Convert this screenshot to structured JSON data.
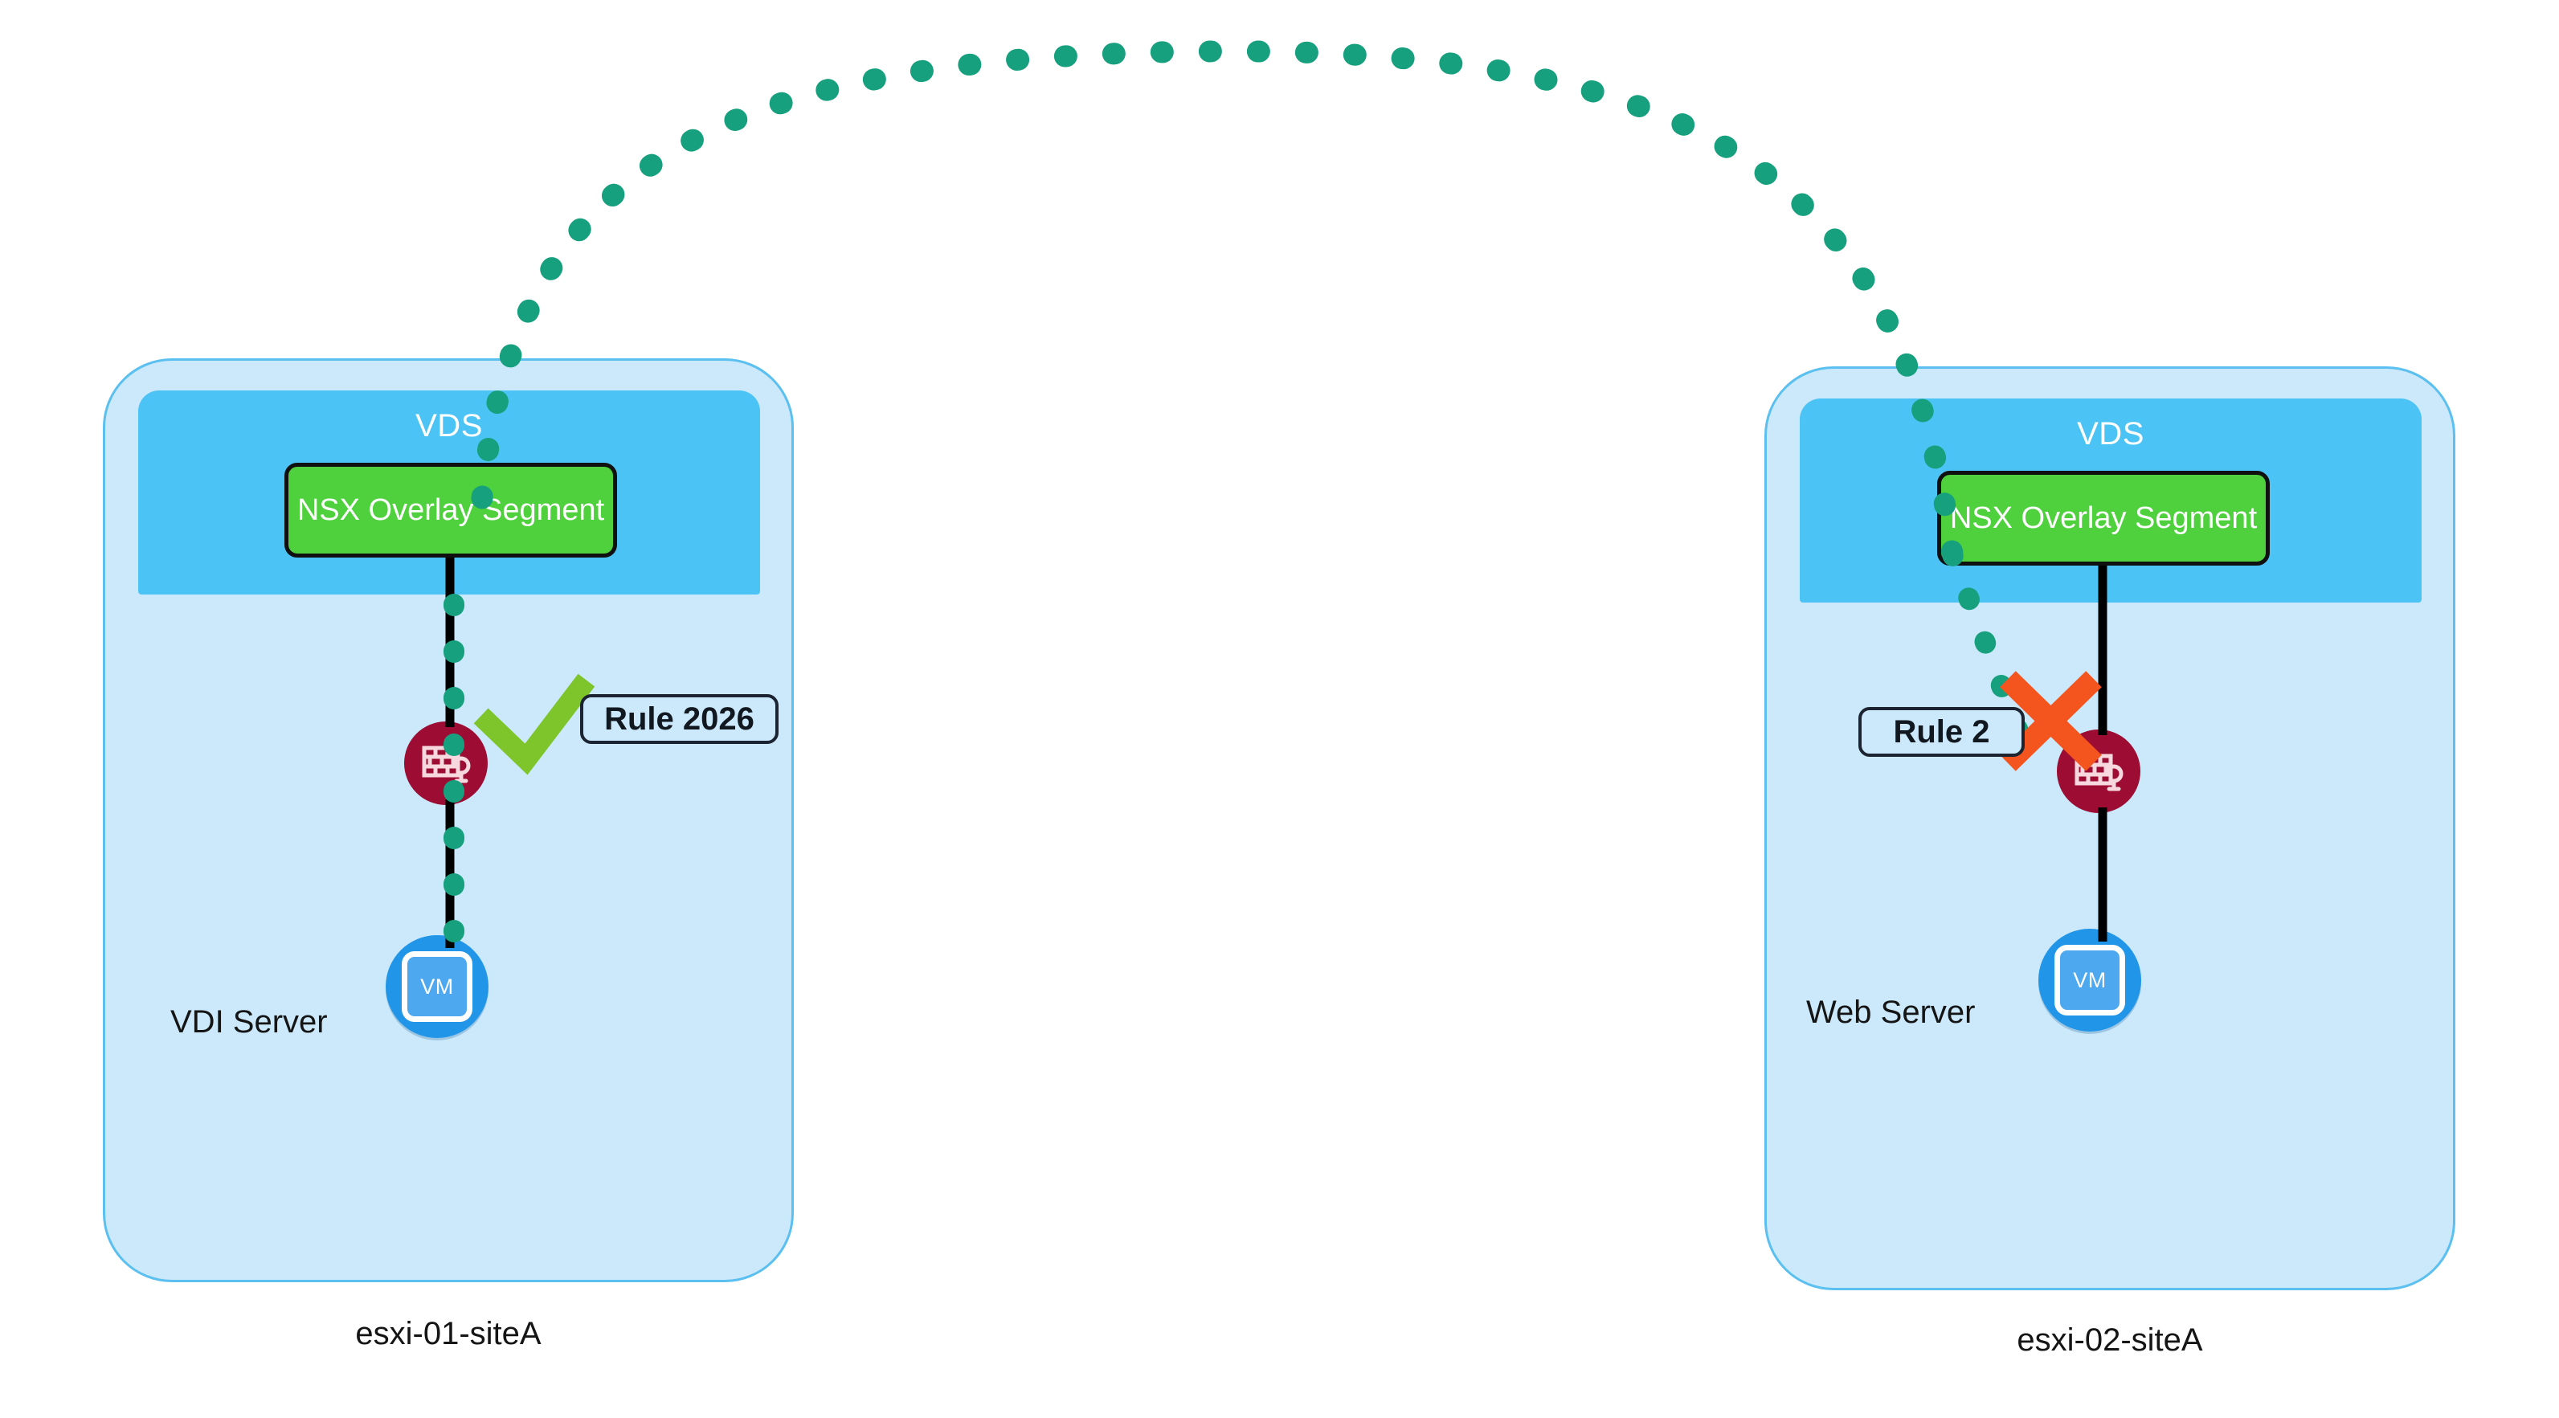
{
  "diagram": {
    "title": "NSX Distributed Firewall East-West Traffic Between ESXi Hosts",
    "background_color": "#ffffff",
    "colors": {
      "host_fill": "#cbe9fb",
      "host_border": "#5bc0f0",
      "vds_fill": "#4cc3f5",
      "segment_fill": "#4ed13c",
      "segment_border": "#101010",
      "firewall_fill": "#9c0c33",
      "vm_fill": "#2196e8",
      "vm_inner_fill": "#4da8ef",
      "traffic_dot": "#17a07e",
      "allow_check": "#7dc52a",
      "deny_cross": "#f4541d",
      "link_line": "#000000",
      "label_text": "#151515"
    }
  },
  "hosts": [
    {
      "id": "left",
      "caption": "esxi-01-siteA",
      "vds_label": "VDS",
      "segment_label": "NSX Overlay Segment",
      "firewall_icon": "firewall-brick-wall-icon",
      "vm_label": "VM",
      "server_label": "VDI Server",
      "rule_label": "Rule 2026",
      "rule_verdict": "allow",
      "verdict_icon": "green-check-icon"
    },
    {
      "id": "right",
      "caption": "esxi-02-siteA",
      "vds_label": "VDS",
      "segment_label": "NSX Overlay Segment",
      "firewall_icon": "firewall-brick-wall-icon",
      "vm_label": "VM",
      "server_label": "Web Server",
      "rule_label": "Rule 2",
      "rule_verdict": "deny",
      "verdict_icon": "orange-cross-icon"
    }
  ],
  "traffic_path": {
    "style": "dotted",
    "color": "#17a07e",
    "description": "east-west overlay traffic arc from VDI Server up over to Web Server, blocked at the destination firewall"
  }
}
